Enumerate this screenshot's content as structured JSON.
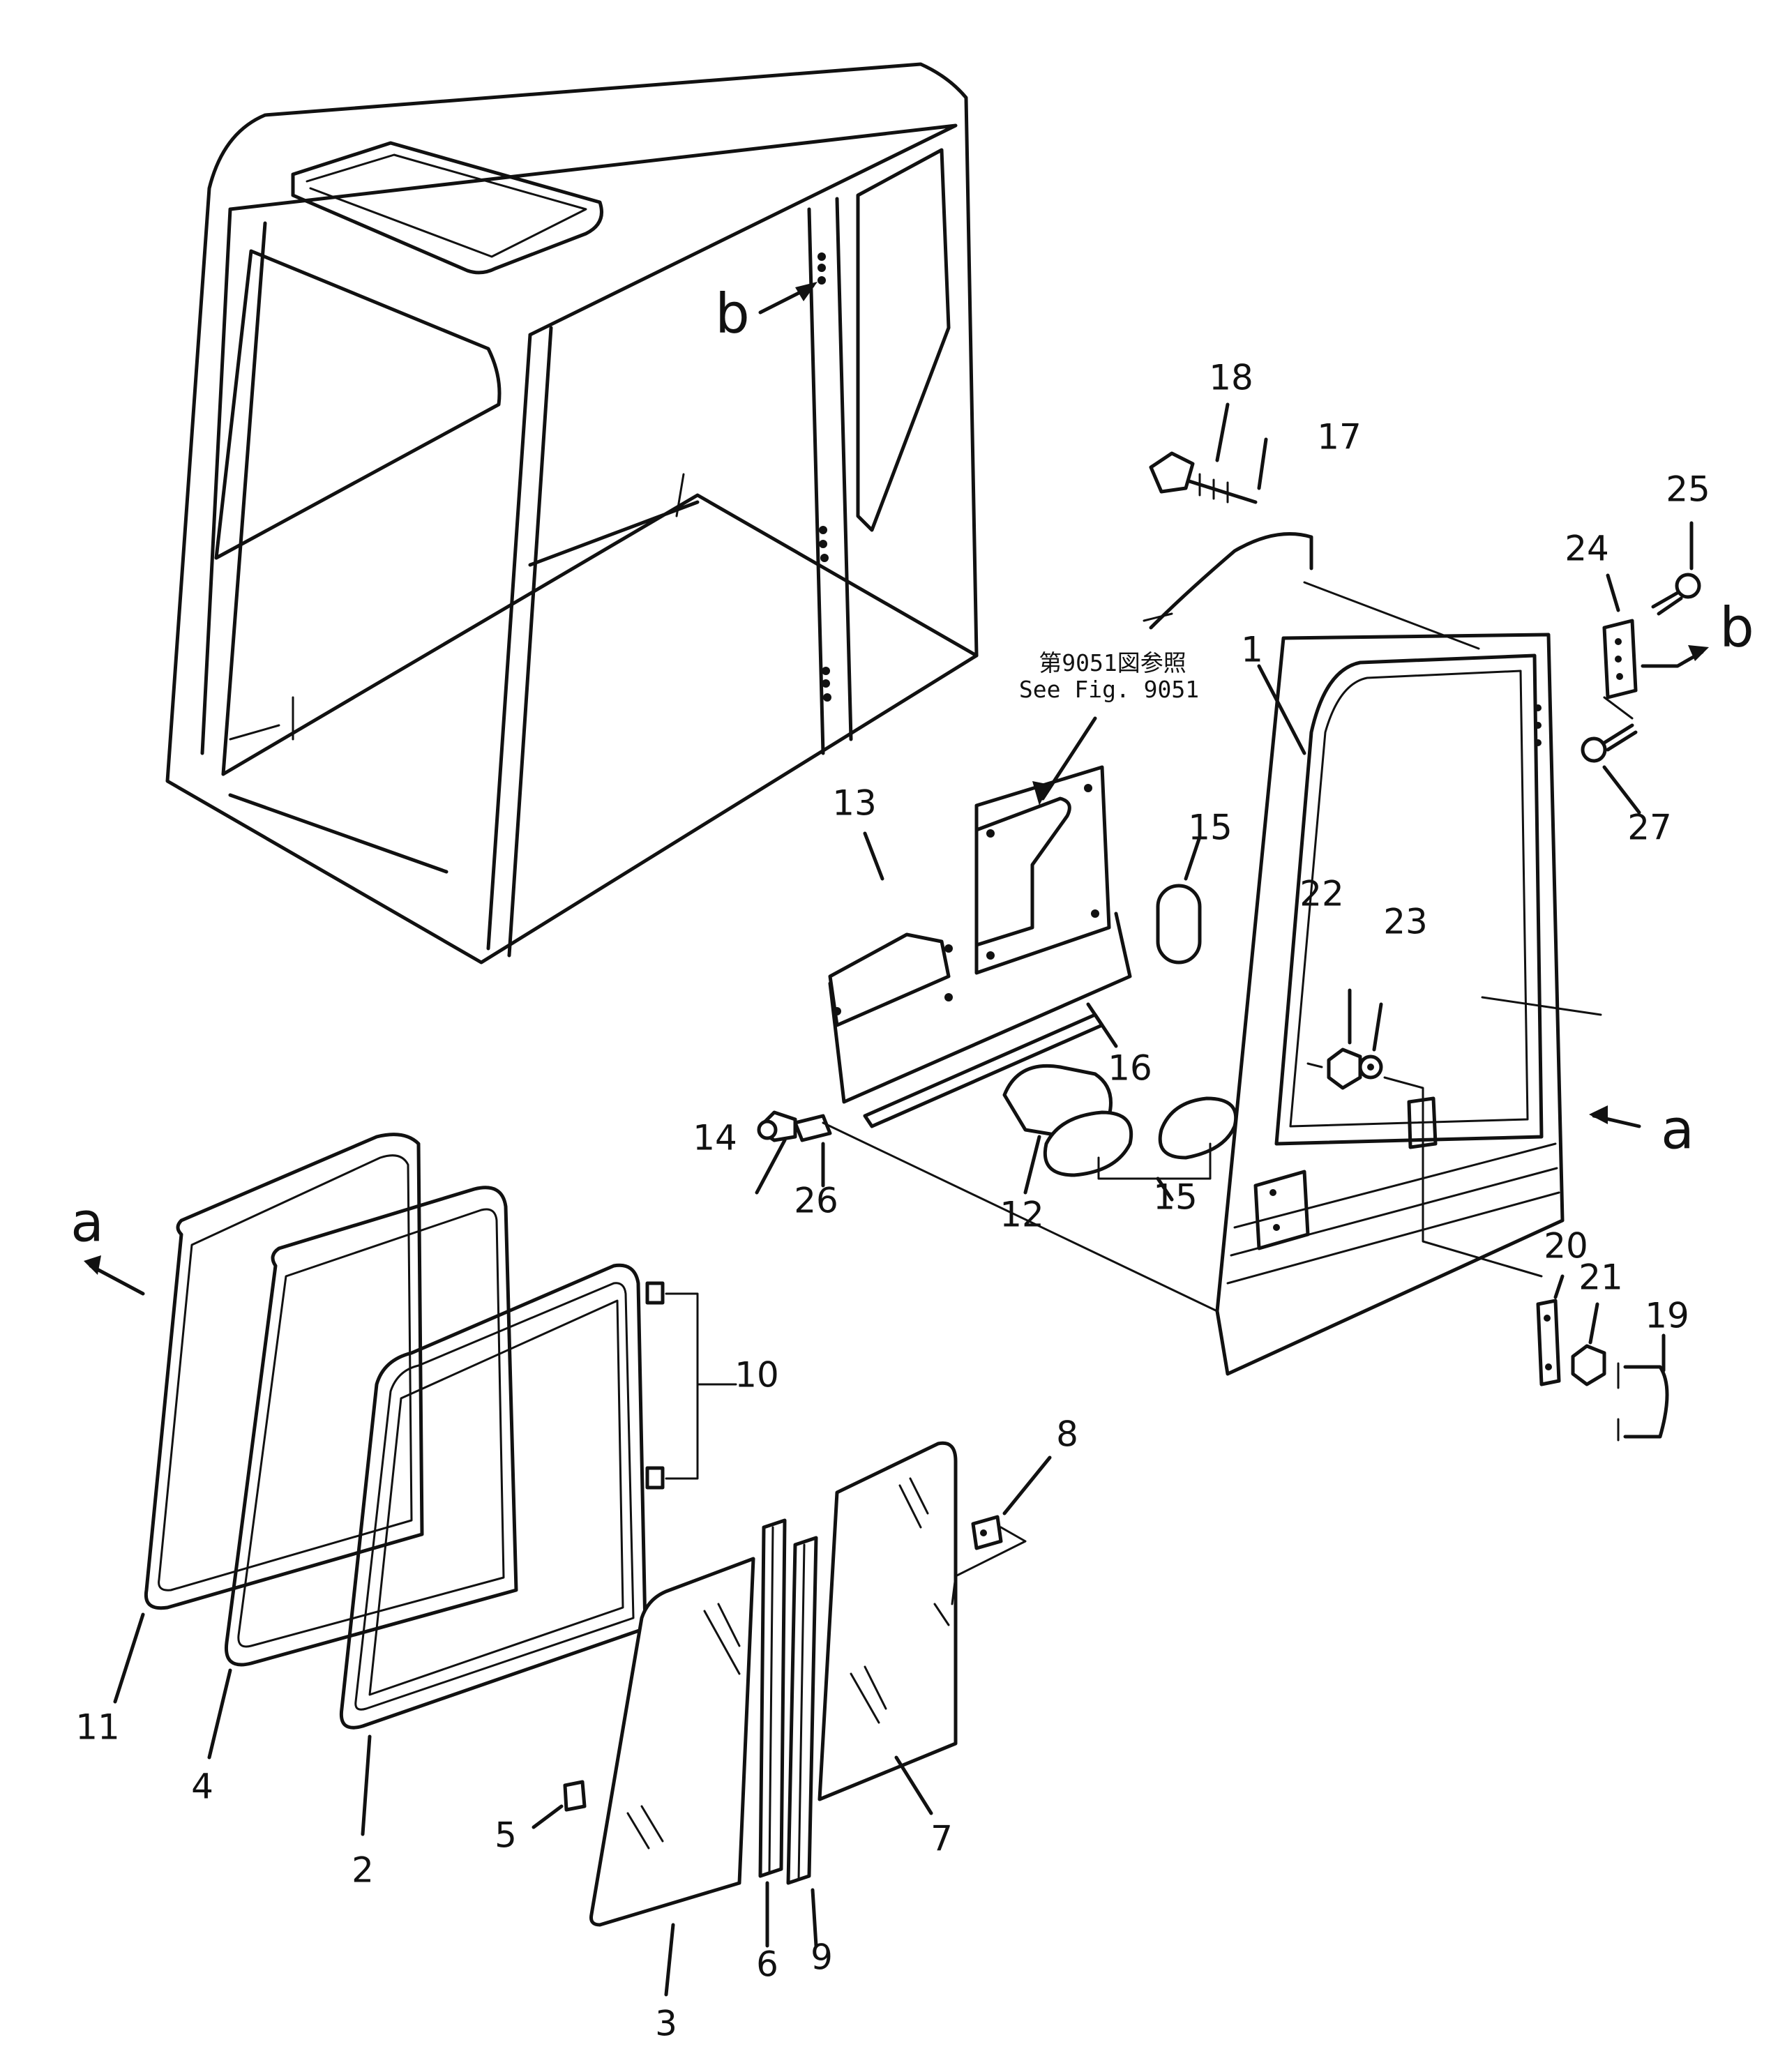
{
  "reference_note": {
    "line1": "第9051図参照",
    "line2": "See Fig. 9051"
  },
  "view_markers": {
    "a": "a",
    "b": "b"
  },
  "callouts": {
    "p1": "1",
    "p2": "2",
    "p3": "3",
    "p4": "4",
    "p5": "5",
    "p6": "6",
    "p7": "7",
    "p8": "8",
    "p9": "9",
    "p10": "10",
    "p11": "11",
    "p12": "12",
    "p13": "13",
    "p14": "14",
    "p15a": "15",
    "p15b": "15",
    "p16": "16",
    "p17": "17",
    "p18": "18",
    "p19": "19",
    "p20": "20",
    "p21": "21",
    "p22": "22",
    "p23": "23",
    "p24": "24",
    "p25": "25",
    "p26": "26",
    "p27": "27"
  }
}
